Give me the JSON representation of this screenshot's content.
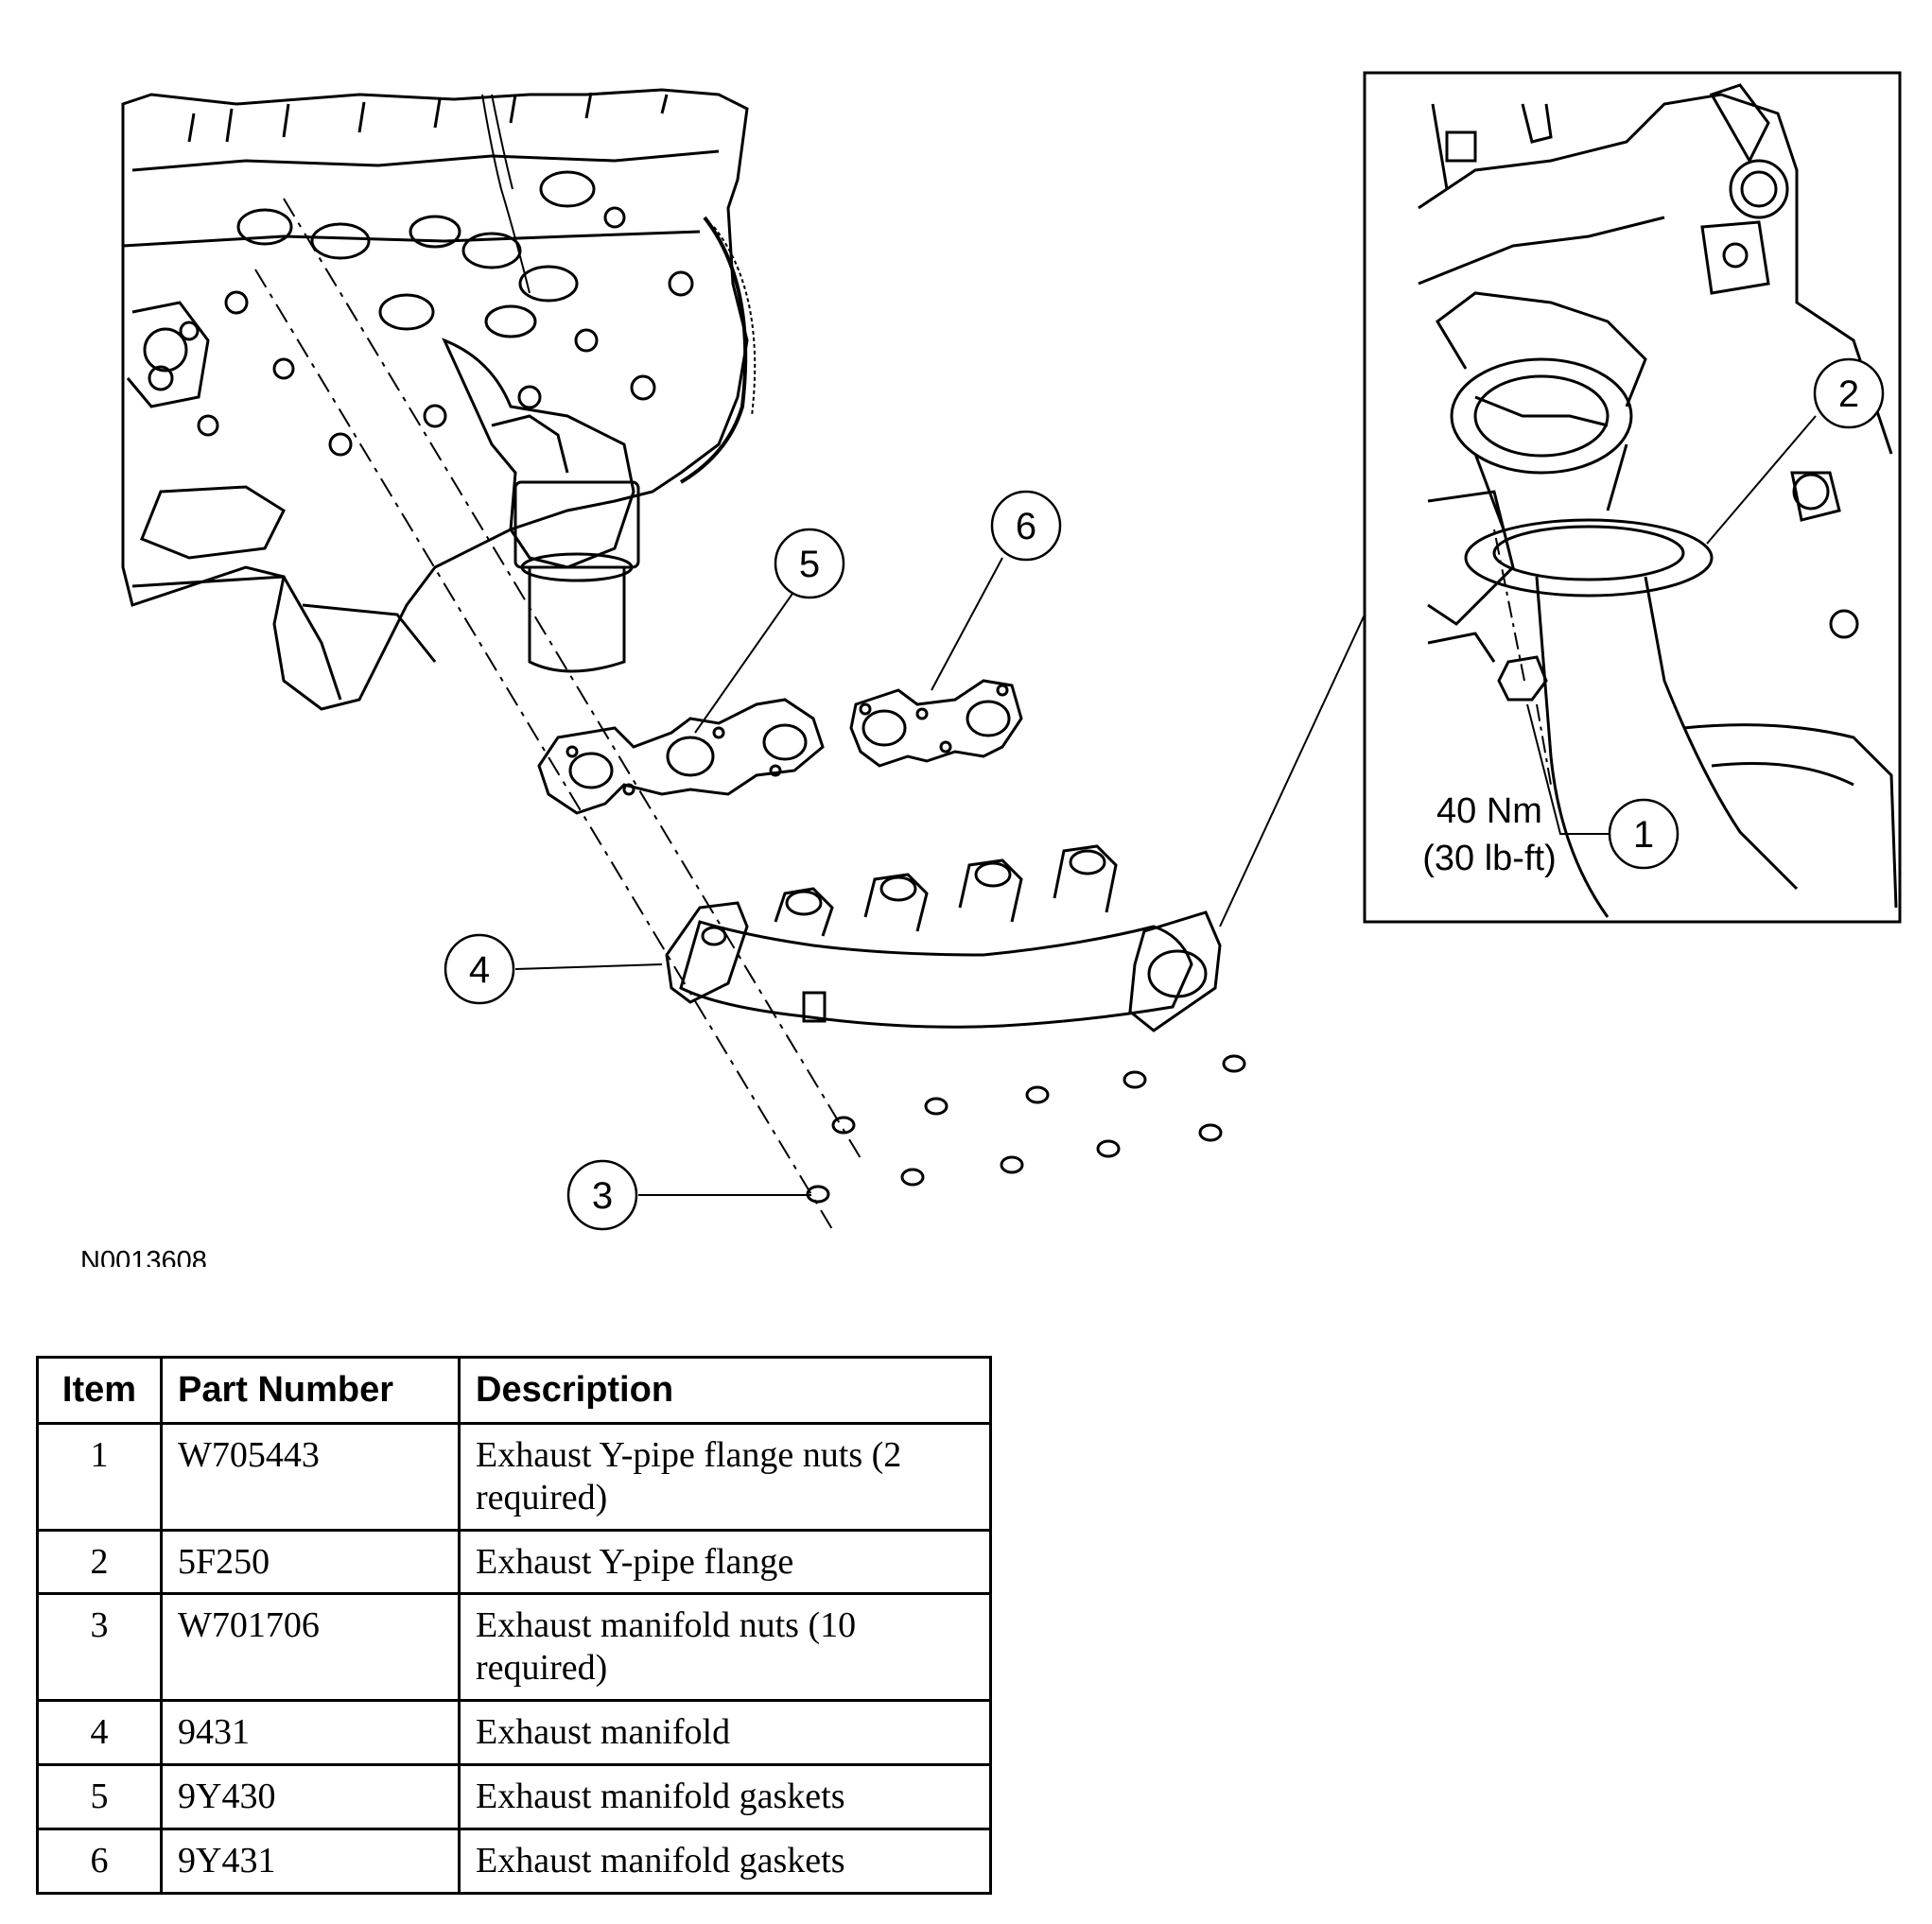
{
  "figure": {
    "code": "N0013608",
    "torque_line1": "40 Nm",
    "torque_line2": "(30 lb-ft)",
    "callouts": [
      "1",
      "2",
      "3",
      "4",
      "5",
      "6"
    ]
  },
  "table": {
    "headers": {
      "item": "Item",
      "part": "Part Number",
      "desc": "Description"
    },
    "rows": [
      {
        "item": "1",
        "part": "W705443",
        "desc": "Exhaust Y-pipe flange nuts (2 required)"
      },
      {
        "item": "2",
        "part": "5F250",
        "desc": "Exhaust Y-pipe flange"
      },
      {
        "item": "3",
        "part": "W701706",
        "desc": "Exhaust manifold nuts (10 required)"
      },
      {
        "item": "4",
        "part": "9431",
        "desc": "Exhaust manifold"
      },
      {
        "item": "5",
        "part": "9Y430",
        "desc": "Exhaust manifold gaskets"
      },
      {
        "item": "6",
        "part": "9Y431",
        "desc": "Exhaust manifold gaskets"
      }
    ]
  }
}
